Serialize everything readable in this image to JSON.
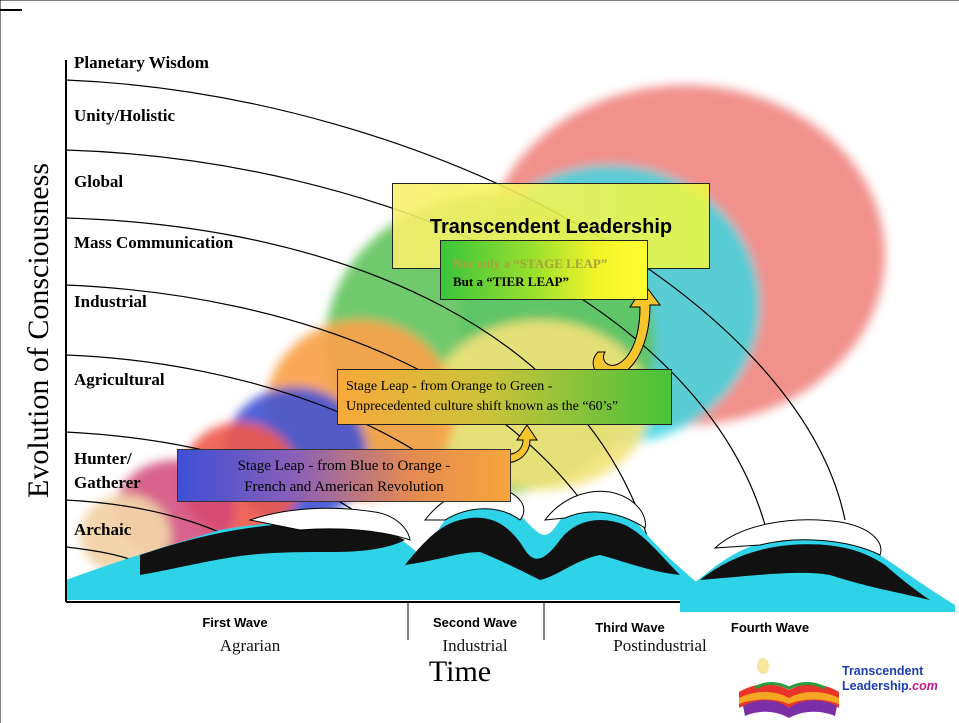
{
  "levels": [
    "Planetary Wisdom",
    "Unity/Holistic",
    "Global",
    "Mass Communication",
    "Industrial",
    "Agricultural",
    "Hunter/",
    "Gatherer",
    "Archaic"
  ],
  "y_axis_label": "Evolution of Consciousness",
  "x_axis_label": "Time",
  "waves": [
    "First Wave",
    "Second Wave",
    "Third Wave",
    "Fourth Wave"
  ],
  "eras": [
    "Agrarian",
    "Industrial",
    "Postindustrial"
  ],
  "callouts": {
    "transcendent_title": "Transcendent Leadership",
    "tier_line1": "Not only a “STAGE LEAP”",
    "tier_line2": "But a “TIER LEAP”",
    "green_line1": "Stage Leap - from Orange to Green -",
    "green_line2": "Unprecedented culture shift known as the “60’s”",
    "blue_line1": "Stage Leap - from Blue to Orange -",
    "blue_line2": "French and American Revolution"
  },
  "logo": {
    "line1": "Transcendent",
    "line2": "Leadership",
    "suffix": ".com"
  },
  "colors": {
    "archaic": "#f2d3a8",
    "magenta": "#d2487a",
    "red": "#f05a4a",
    "blue": "#3f52d3",
    "orange": "#f8a24a",
    "yellow": "#f3e37a",
    "green": "#62c35c",
    "turquoise": "#3fd7e2",
    "coral": "#ef7e78",
    "wave": "#2ed3e8"
  }
}
